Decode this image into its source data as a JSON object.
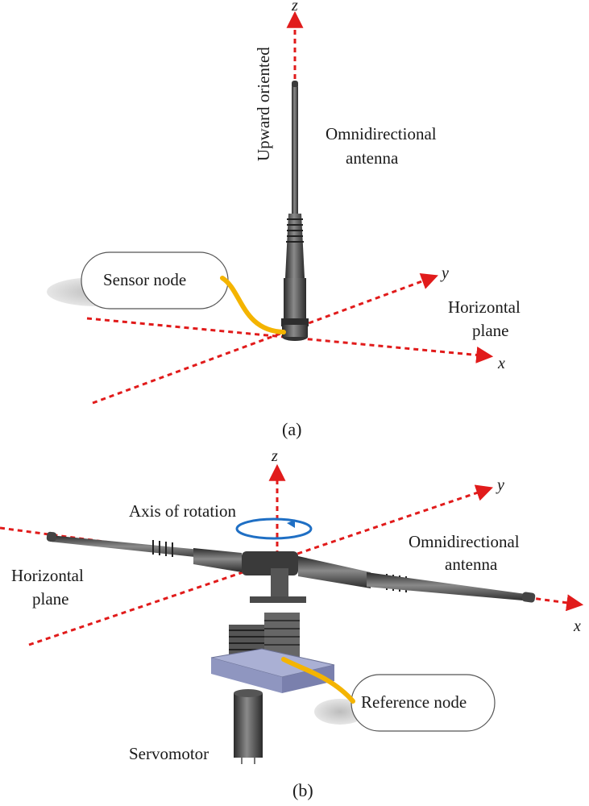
{
  "panel_a": {
    "caption": "(a)",
    "axis_z": "z",
    "axis_y": "y",
    "axis_x": "x",
    "upward_label": "Upward oriented",
    "antenna_label_line1": "Omnidirectional",
    "antenna_label_line2": "antenna",
    "node_label": "Sensor node",
    "plane_label_line1": "Horizontal",
    "plane_label_line2": "plane"
  },
  "panel_b": {
    "caption": "(b)",
    "axis_z": "z",
    "axis_y": "y",
    "axis_x": "x",
    "rotation_label": "Axis of rotation",
    "antenna_label_line1": "Omnidirectional",
    "antenna_label_line2": "antenna",
    "plane_label_line1": "Horizontal",
    "plane_label_line2": "plane",
    "node_label": "Reference node",
    "motor_label": "Servomotor"
  },
  "colors": {
    "axis": "#e11b1b",
    "cable": "#f4b400",
    "rotation_arrow": "#1f6fc4",
    "antenna": "#3b3b3b",
    "plate": "#9aa2c8"
  }
}
